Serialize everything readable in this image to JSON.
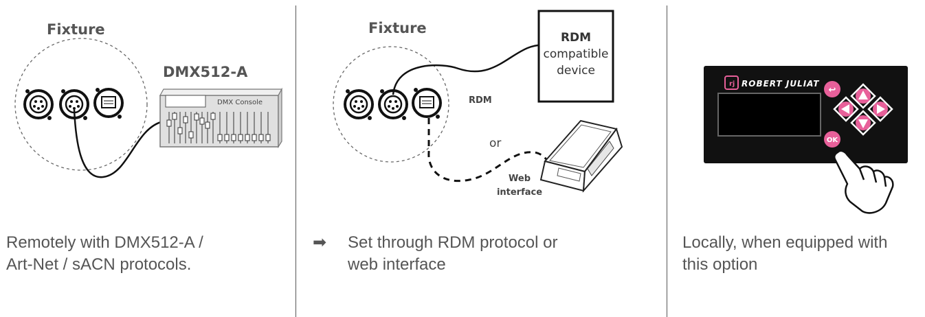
{
  "panels": [
    {
      "fixture_label": "Fixture",
      "console_title": "DMX512-A",
      "console_screen_label": "DMX Console",
      "caption_line1": "Remotely with DMX512-A /",
      "caption_line2": "Art-Net / sACN protocols."
    },
    {
      "fixture_label": "Fixture",
      "device_line1": "RDM",
      "device_line2": "compatible",
      "device_line3": "device",
      "rdm_label": "RDM",
      "or_label": "or",
      "web_line1": "Web",
      "web_line2": "interface",
      "caption_arrow": "➡",
      "caption_line1": "Set through RDM protocol or",
      "caption_line2": "web interface"
    },
    {
      "brand_label": "ROBERT JULIAT",
      "ok_label": "OK",
      "caption_line1": "Locally, when equipped with",
      "caption_line2": "this option"
    }
  ],
  "colors": {
    "accent_pink": "#e8609a",
    "panel_black": "#111111",
    "text_gray": "#555555"
  }
}
